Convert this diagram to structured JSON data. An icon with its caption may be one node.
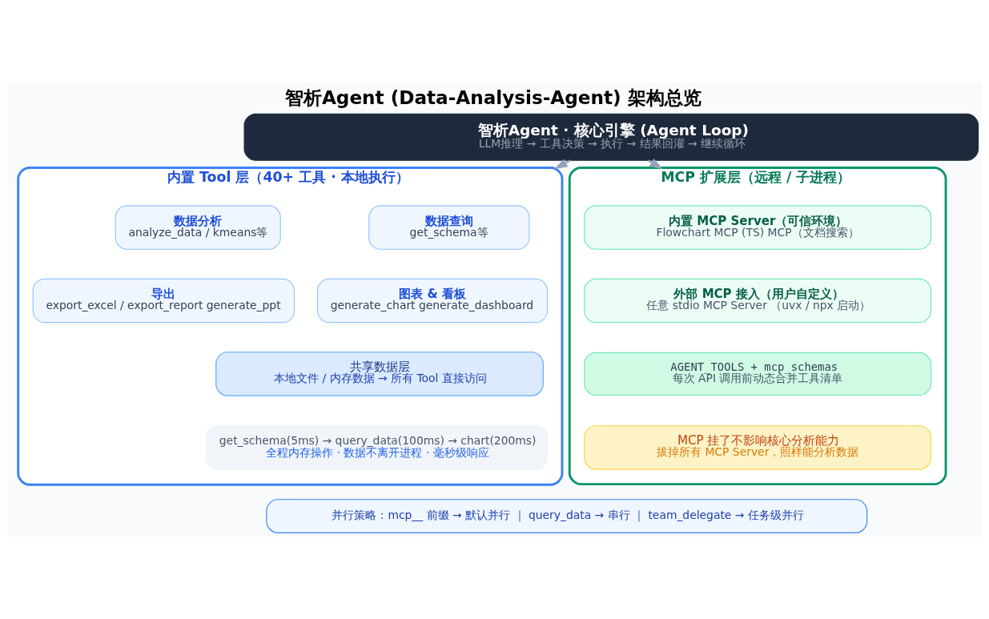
{
  "diagram": {
    "title": "智析Agent (Data-Analysis-Agent) 架构总览",
    "nodes": [
      {
        "text": [
          "智析Agent · 核心引擎 (Agent Loop)",
          "LLM推理 → 工具决策 → 执行 → 结果回灌 → 继续循环"
        ]
      },
      {
        "text": [
          "内置 Tool 层（40+ 工具 · 本地执行）"
        ]
      },
      {
        "text": [
          "数据查询",
          "get_schema等"
        ],
        "in": 1
      },
      {
        "text": [
          "数据分析",
          "analyze_data / kmeans等"
        ],
        "in": 1
      },
      {
        "text": [
          "图表 & 看板",
          "generate_chart generate_dashboard"
        ],
        "in": 1
      },
      {
        "text": [
          "导出",
          "export_excel / export_report generate_ppt"
        ],
        "in": 1
      },
      {
        "text": [
          "共享数据层",
          "本地文件 / 内存数据 → 所有 Tool 直接访问"
        ],
        "in": 1
      },
      {
        "text": [
          "get_schema(5ms) → query_data(100ms) → chart(200ms)",
          "全程内存操作 · 数据不离开进程 · 毫秒级响应"
        ],
        "in": 1
      },
      {
        "text": [
          "MCP 扩展层（远程 / 子进程）"
        ]
      },
      {
        "text": [
          "内置 MCP Server（可信环境）",
          "Flowchart MCP (TS) MCP（文档搜索）"
        ],
        "in": 8
      },
      {
        "text": [
          "外部 MCP 接入（用户自定义）",
          "任意 stdio MCP Server （uvx / npx 启动）"
        ],
        "in": 8
      },
      {
        "text": [
          "AGENT_TOOLS + mcp_schemas",
          "每次 API 调用前动态合并工具清单"
        ],
        "in": 8
      },
      {
        "text": [
          "MCP 挂了不影响核心分析能力",
          "拔掉所有 MCP Server，照样能分析数据"
        ],
        "in": 8
      },
      {
        "text": [
          "并行策略：mcp__ 前缀 → 默认并行 ｜ query_data → 串行 ｜ team_delegate → 任务级并行"
        ]
      }
    ],
    "edges": [
      {
        "from": 0,
        "to": 1,
        "arrow": "to",
        "color": "#94a3b8"
      },
      {
        "from": 0,
        "to": 8,
        "arrow": "to",
        "color": "#94a3b8"
      }
    ]
  }
}
